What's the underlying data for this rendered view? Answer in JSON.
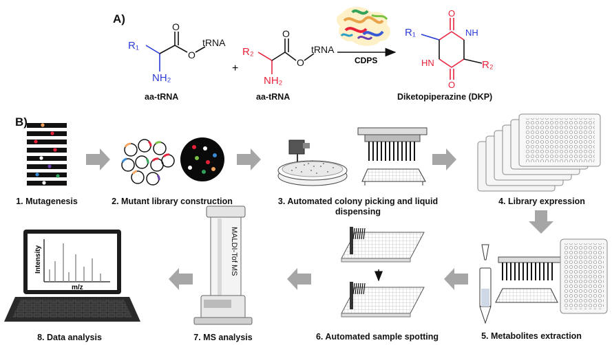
{
  "panel_a": {
    "label": "A)",
    "molecule1": {
      "r": "R₁",
      "nh2": "NH₂",
      "o_top": "O",
      "o_ester": "O",
      "trna": "tRNA",
      "caption": "aa-tRNA",
      "color": "#2b3bd6"
    },
    "plus": "+",
    "molecule2": {
      "r": "R₂",
      "nh2": "NH₂",
      "o_top": "O",
      "o_ester": "O",
      "trna": "tRNA",
      "caption": "aa-tRNA",
      "color": "#e8213a"
    },
    "enzyme": "CDPS",
    "product": {
      "r1": "R₁",
      "r2": "R₂",
      "nh_top": "NH",
      "nh_bottom": "HN",
      "o_top": "O",
      "o_bottom": "O",
      "caption": "Diketopiperazine (DKP)"
    }
  },
  "panel_b": {
    "label": "B)",
    "steps": [
      {
        "label": "1. Mutagenesis"
      },
      {
        "label": "2. Mutant library construction"
      },
      {
        "label": "3. Automated colony picking and liquid",
        "label2": "dispensing"
      },
      {
        "label": "4. Library expression"
      },
      {
        "label": "5. Metabolites extraction"
      },
      {
        "label": "6. Automated sample spotting"
      },
      {
        "label": "7. MS analysis",
        "instrument_text": "MALDI-Tof MS"
      },
      {
        "label": "8. Data analysis",
        "axis_y": "Intensity",
        "axis_x": "m/z"
      }
    ]
  },
  "colors": {
    "arrow": "#a6a6a6",
    "red": "#e8213a",
    "blue": "#2b3bd6",
    "ink": "#111111"
  }
}
